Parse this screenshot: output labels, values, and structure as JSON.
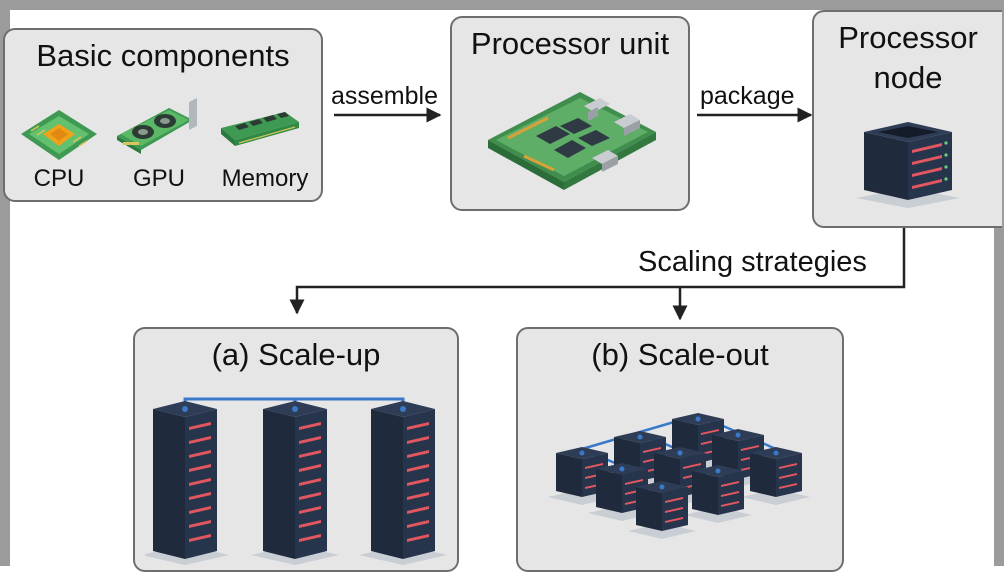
{
  "components": {
    "title": "Basic components",
    "items": [
      {
        "label": "CPU",
        "icon": "cpu-chip-icon"
      },
      {
        "label": "GPU",
        "icon": "gpu-card-icon"
      },
      {
        "label": "Memory",
        "icon": "memory-module-icon"
      }
    ]
  },
  "edges": {
    "assemble": "assemble",
    "package": "package",
    "scaling": "Scaling strategies"
  },
  "processor_unit": {
    "title": "Processor unit",
    "icon": "circuit-board-icon"
  },
  "processor_node": {
    "title_line1": "Processor",
    "title_line2": "node",
    "icon": "server-node-icon"
  },
  "scale_up": {
    "title": "(a) Scale-up",
    "icon": "server-racks-icon"
  },
  "scale_out": {
    "title": "(b) Scale-out",
    "icon": "server-cluster-icon"
  },
  "colors": {
    "box_fill": "#e6e6e6",
    "box_border": "#6e6e6e",
    "frame": "#9b9b9b",
    "server_dark": "#1f2a3d",
    "server_led": "#e2575f",
    "link_blue": "#3a78c9",
    "board_green": "#5aa35c"
  }
}
